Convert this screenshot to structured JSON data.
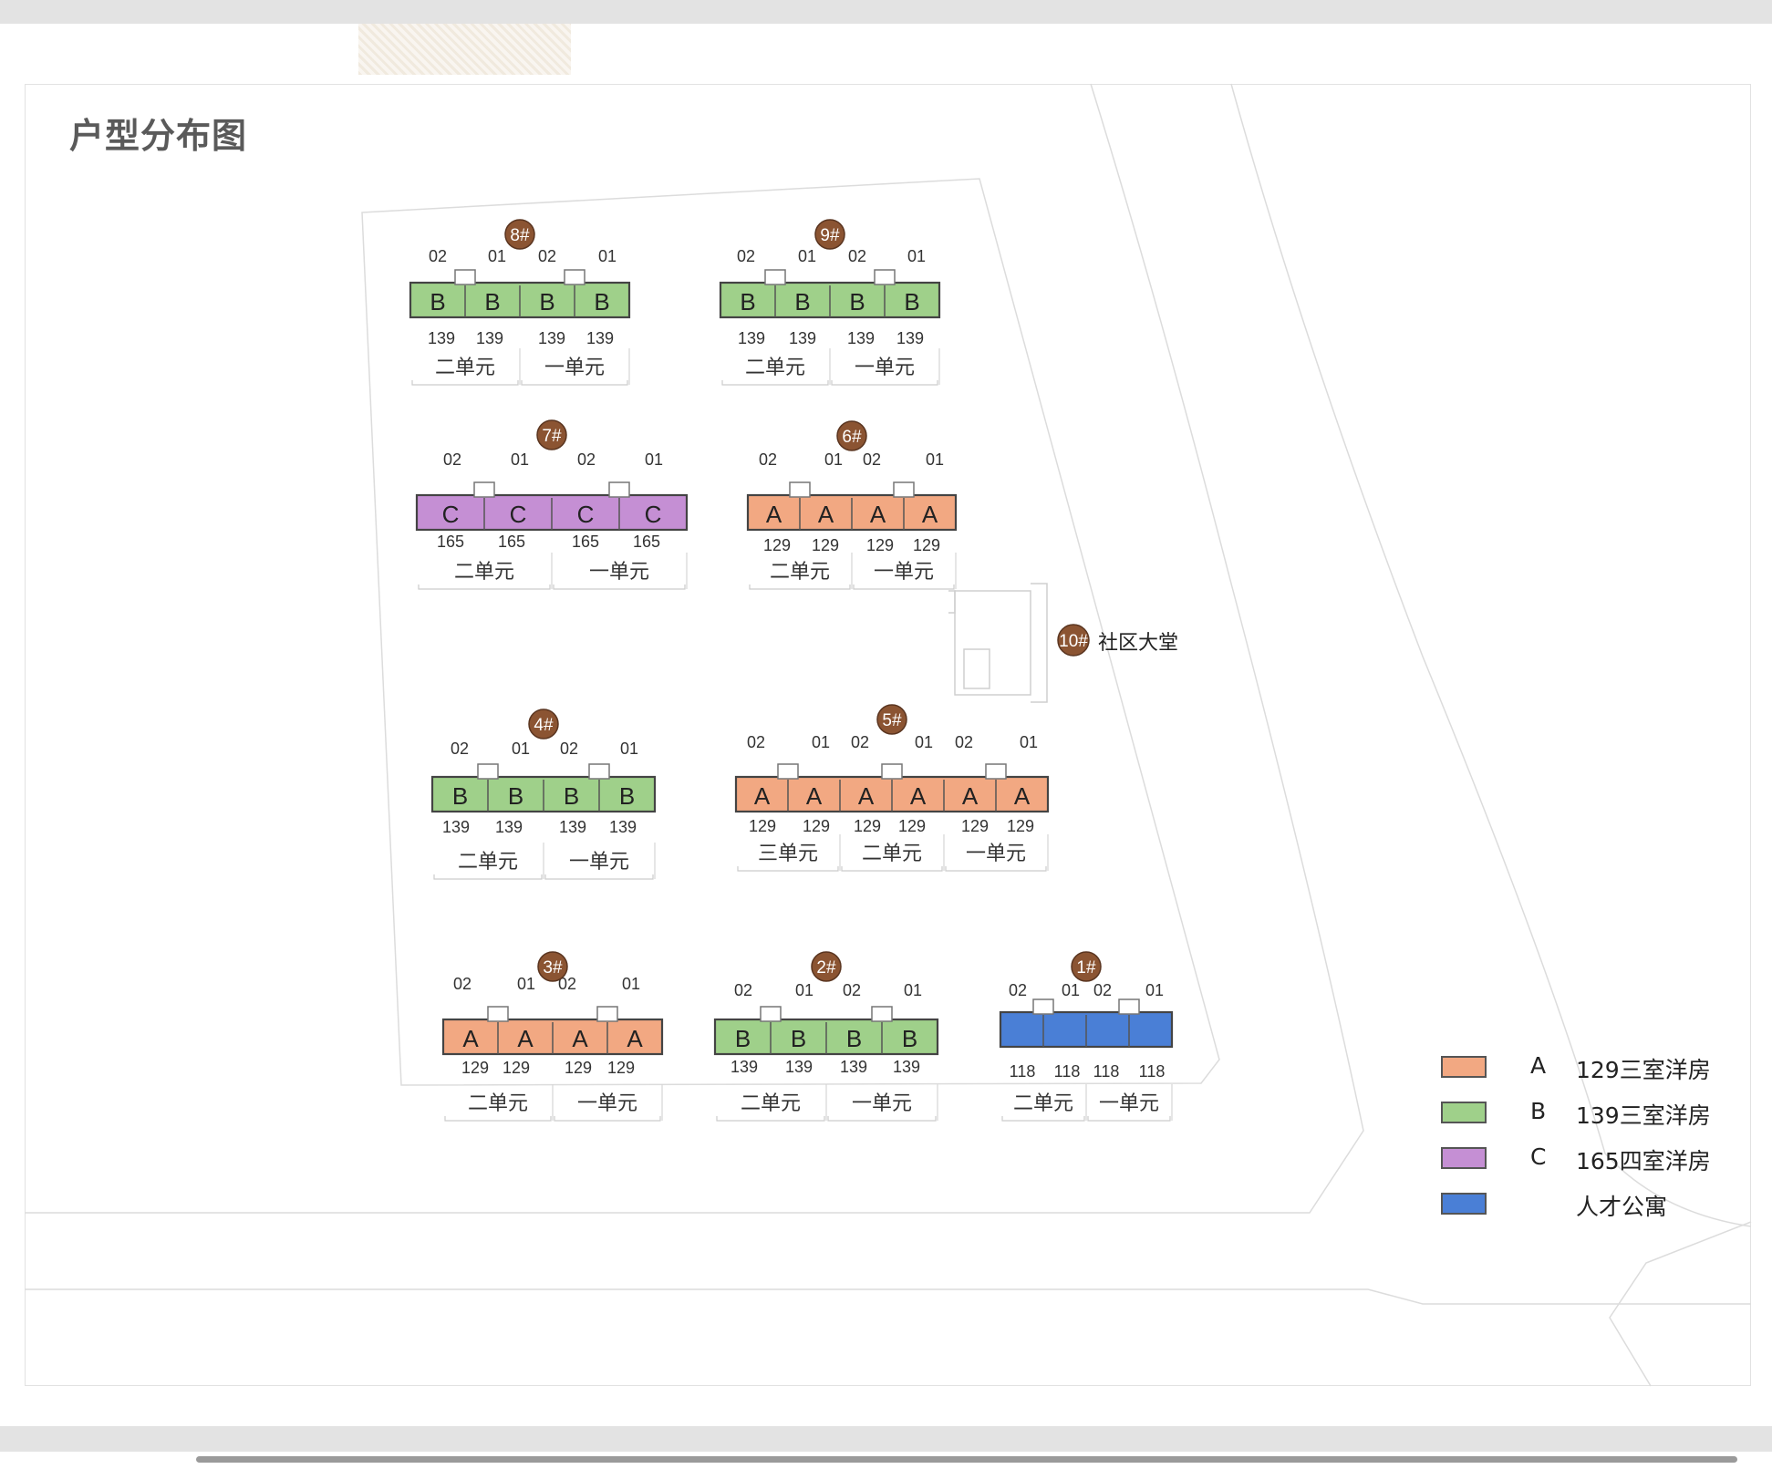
{
  "title": "户型分布图",
  "legend": [
    {
      "code": "A",
      "label": "129三室洋房",
      "color": "#f2a882"
    },
    {
      "code": "B",
      "label": "139三室洋房",
      "color": "#9fd08a"
    },
    {
      "code": "C",
      "label": "165四室洋房",
      "color": "#c58fd4"
    },
    {
      "code": "",
      "label": "人才公寓",
      "color": "#4a7fd6"
    }
  ],
  "type_colors": {
    "A": "#f2a882",
    "B": "#9fd08a",
    "C": "#c58fd4",
    "D": "#4a7fd6"
  },
  "marker_color": "#8b5432",
  "buildings": [
    {
      "id": "8#",
      "type": "B",
      "labels": [
        "B",
        "B",
        "B",
        "B"
      ],
      "unit_numbers": [
        "02",
        "01",
        "02",
        "01"
      ],
      "areas": [
        "139",
        "139",
        "139",
        "139"
      ],
      "units": [
        "二单元",
        "一单元"
      ]
    },
    {
      "id": "9#",
      "type": "B",
      "labels": [
        "B",
        "B",
        "B",
        "B"
      ],
      "unit_numbers": [
        "02",
        "01",
        "02",
        "01"
      ],
      "areas": [
        "139",
        "139",
        "139",
        "139"
      ],
      "units": [
        "二单元",
        "一单元"
      ]
    },
    {
      "id": "7#",
      "type": "C",
      "labels": [
        "C",
        "C",
        "C",
        "C"
      ],
      "unit_numbers": [
        "02",
        "01",
        "02",
        "01"
      ],
      "areas": [
        "165",
        "165",
        "165",
        "165"
      ],
      "units": [
        "二单元",
        "一单元"
      ]
    },
    {
      "id": "6#",
      "type": "A",
      "labels": [
        "A",
        "A",
        "A",
        "A"
      ],
      "unit_numbers": [
        "02",
        "01",
        "02",
        "01"
      ],
      "areas": [
        "129",
        "129",
        "129",
        "129"
      ],
      "units": [
        "二单元",
        "一单元"
      ]
    },
    {
      "id": "4#",
      "type": "B",
      "labels": [
        "B",
        "B",
        "B",
        "B"
      ],
      "unit_numbers": [
        "02",
        "01",
        "02",
        "01"
      ],
      "areas": [
        "139",
        "139",
        "139",
        "139"
      ],
      "units": [
        "二单元",
        "一单元"
      ]
    },
    {
      "id": "5#",
      "type": "A",
      "labels": [
        "A",
        "A",
        "A",
        "A",
        "A",
        "A"
      ],
      "unit_numbers": [
        "02",
        "01",
        "02",
        "01",
        "02",
        "01"
      ],
      "areas": [
        "129",
        "129",
        "129",
        "129",
        "129",
        "129"
      ],
      "units": [
        "三单元",
        "二单元",
        "一单元"
      ]
    },
    {
      "id": "3#",
      "type": "A",
      "labels": [
        "A",
        "A",
        "A",
        "A"
      ],
      "unit_numbers": [
        "02",
        "01",
        "02",
        "01"
      ],
      "areas": [
        "129",
        "129",
        "129",
        "129"
      ],
      "units": [
        "二单元",
        "一单元"
      ]
    },
    {
      "id": "2#",
      "type": "B",
      "labels": [
        "B",
        "B",
        "B",
        "B"
      ],
      "unit_numbers": [
        "02",
        "01",
        "02",
        "01"
      ],
      "areas": [
        "139",
        "139",
        "139",
        "139"
      ],
      "units": [
        "二单元",
        "一单元"
      ]
    },
    {
      "id": "1#",
      "type": "D",
      "labels": [],
      "unit_numbers": [
        "02",
        "01",
        "02",
        "01"
      ],
      "areas": [
        "118",
        "118",
        "118",
        "118"
      ],
      "units": [
        "二单元",
        "一单元"
      ]
    }
  ],
  "community_hall": {
    "id": "10#",
    "label": "社区大堂"
  }
}
